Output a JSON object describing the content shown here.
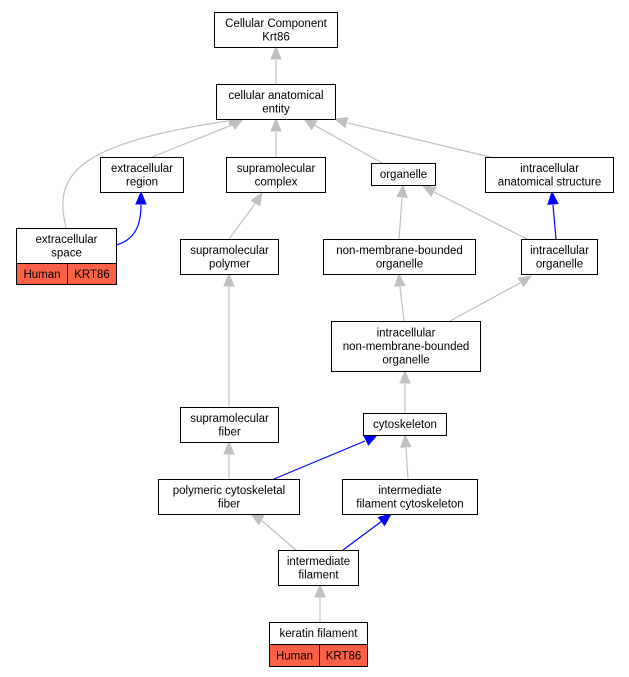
{
  "colors": {
    "is_a_edge": "#c0c0c0",
    "part_of_edge": "#0000ff",
    "annotation_fill": "#fb6146",
    "node_border": "#000000"
  },
  "nodes": {
    "cellular_component": {
      "lines": [
        "Cellular Component",
        "Krt86"
      ]
    },
    "cellular_anatomical_entity": {
      "lines": [
        "cellular anatomical",
        "entity"
      ]
    },
    "extracellular_region": {
      "lines": [
        "extracellular",
        "region"
      ]
    },
    "supramolecular_complex": {
      "lines": [
        "supramolecular",
        "complex"
      ]
    },
    "organelle": {
      "lines": [
        "organelle"
      ]
    },
    "intracellular_anatomical_structure": {
      "lines": [
        "intracellular",
        "anatomical structure"
      ]
    },
    "extracellular_space": {
      "lines": [
        "extracellular",
        "space"
      ],
      "annotation": [
        "Human",
        "KRT86"
      ]
    },
    "supramolecular_polymer": {
      "lines": [
        "supramolecular",
        "polymer"
      ]
    },
    "non_membrane_bounded_organelle": {
      "lines": [
        "non-membrane-bounded",
        "organelle"
      ]
    },
    "intracellular_organelle": {
      "lines": [
        "intracellular",
        "organelle"
      ]
    },
    "intracellular_nmb_organelle": {
      "lines": [
        "intracellular",
        "non-membrane-bounded",
        "organelle"
      ]
    },
    "supramolecular_fiber": {
      "lines": [
        "supramolecular",
        "fiber"
      ]
    },
    "cytoskeleton": {
      "lines": [
        "cytoskeleton"
      ]
    },
    "polymeric_cytoskeletal_fiber": {
      "lines": [
        "polymeric cytoskeletal",
        "fiber"
      ]
    },
    "intermediate_filament_cytoskeleton": {
      "lines": [
        "intermediate",
        "filament cytoskeleton"
      ]
    },
    "intermediate_filament": {
      "lines": [
        "intermediate",
        "filament"
      ]
    },
    "keratin_filament": {
      "lines": [
        "keratin filament"
      ],
      "annotation": [
        "Human",
        "KRT86"
      ]
    }
  },
  "edges": [
    {
      "from": "cellular_anatomical_entity",
      "to": "cellular_component",
      "type": "is_a"
    },
    {
      "from": "extracellular_region",
      "to": "cellular_anatomical_entity",
      "type": "is_a"
    },
    {
      "from": "supramolecular_complex",
      "to": "cellular_anatomical_entity",
      "type": "is_a"
    },
    {
      "from": "organelle",
      "to": "cellular_anatomical_entity",
      "type": "is_a"
    },
    {
      "from": "intracellular_anatomical_structure",
      "to": "cellular_anatomical_entity",
      "type": "is_a"
    },
    {
      "from": "extracellular_space",
      "to": "cellular_anatomical_entity",
      "type": "is_a"
    },
    {
      "from": "extracellular_space",
      "to": "extracellular_region",
      "type": "part_of"
    },
    {
      "from": "supramolecular_polymer",
      "to": "supramolecular_complex",
      "type": "is_a"
    },
    {
      "from": "non_membrane_bounded_organelle",
      "to": "organelle",
      "type": "is_a"
    },
    {
      "from": "intracellular_organelle",
      "to": "organelle",
      "type": "is_a"
    },
    {
      "from": "intracellular_organelle",
      "to": "intracellular_anatomical_structure",
      "type": "part_of"
    },
    {
      "from": "intracellular_nmb_organelle",
      "to": "non_membrane_bounded_organelle",
      "type": "is_a"
    },
    {
      "from": "intracellular_nmb_organelle",
      "to": "intracellular_organelle",
      "type": "is_a"
    },
    {
      "from": "supramolecular_fiber",
      "to": "supramolecular_polymer",
      "type": "is_a"
    },
    {
      "from": "cytoskeleton",
      "to": "intracellular_nmb_organelle",
      "type": "is_a"
    },
    {
      "from": "polymeric_cytoskeletal_fiber",
      "to": "supramolecular_fiber",
      "type": "is_a"
    },
    {
      "from": "polymeric_cytoskeletal_fiber",
      "to": "cytoskeleton",
      "type": "part_of"
    },
    {
      "from": "intermediate_filament_cytoskeleton",
      "to": "cytoskeleton",
      "type": "is_a"
    },
    {
      "from": "intermediate_filament",
      "to": "polymeric_cytoskeletal_fiber",
      "type": "is_a"
    },
    {
      "from": "intermediate_filament",
      "to": "intermediate_filament_cytoskeleton",
      "type": "part_of"
    },
    {
      "from": "keratin_filament",
      "to": "intermediate_filament",
      "type": "is_a"
    }
  ]
}
